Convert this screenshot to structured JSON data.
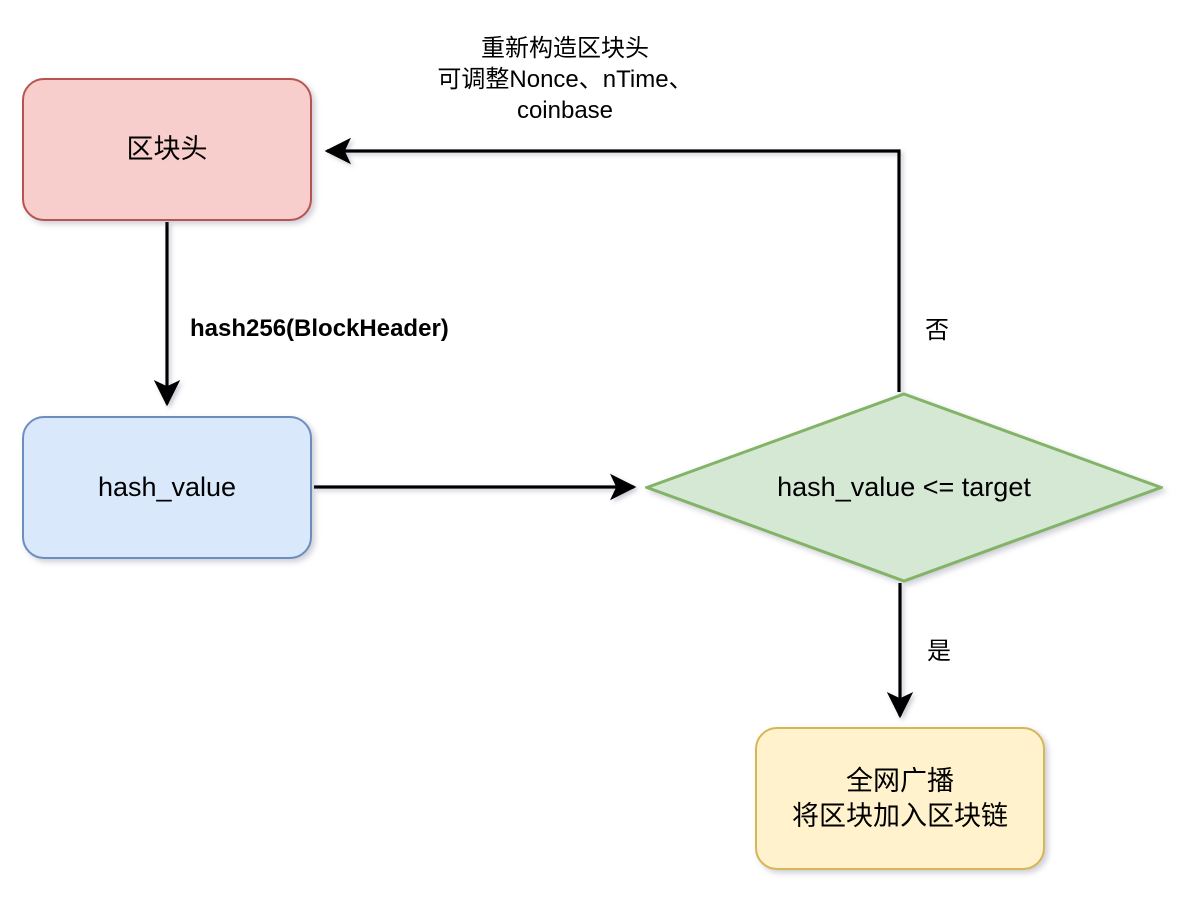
{
  "diagram": {
    "title": "Bitcoin mining proof-of-work flowchart",
    "background": "#ffffff",
    "nodes": [
      {
        "id": "block-header",
        "label": "区块头",
        "shape": "rounded-rectangle",
        "fill": "#f8cecc",
        "stroke": "#b85450"
      },
      {
        "id": "hash-value",
        "label": "hash_value",
        "shape": "rounded-rectangle",
        "fill": "#dae8fc",
        "stroke": "#6c8ebf"
      },
      {
        "id": "decision",
        "label": "hash_value <= target",
        "shape": "diamond",
        "fill": "#d5e8d4",
        "stroke": "#82b366"
      },
      {
        "id": "broadcast",
        "label": "全网广播\n将区块加入区块链",
        "shape": "rounded-rectangle",
        "fill": "#fff2cc",
        "stroke": "#d6b656"
      }
    ],
    "edges": [
      {
        "id": "header-to-hash",
        "from": "block-header",
        "to": "hash-value",
        "label": "hash256(BlockHeader)",
        "bold": true
      },
      {
        "id": "hash-to-decision",
        "from": "hash-value",
        "to": "decision",
        "label": ""
      },
      {
        "id": "decision-no-to-header",
        "from": "decision",
        "to": "block-header",
        "label": "否",
        "note": "重新构造区块头\n可调整Nonce、nTime、\ncoinbase"
      },
      {
        "id": "decision-yes-to-broadcast",
        "from": "decision",
        "to": "broadcast",
        "label": "是"
      }
    ]
  },
  "labels": {
    "block_header": "区块头",
    "hash_value": "hash_value",
    "decision": "hash_value <= target",
    "broadcast": "全网广播\n将区块加入区块链",
    "hash256": "hash256(BlockHeader)",
    "rebuild_note": "重新构造区块头\n可调整Nonce、nTime、\ncoinbase",
    "no": "否",
    "yes": "是"
  }
}
